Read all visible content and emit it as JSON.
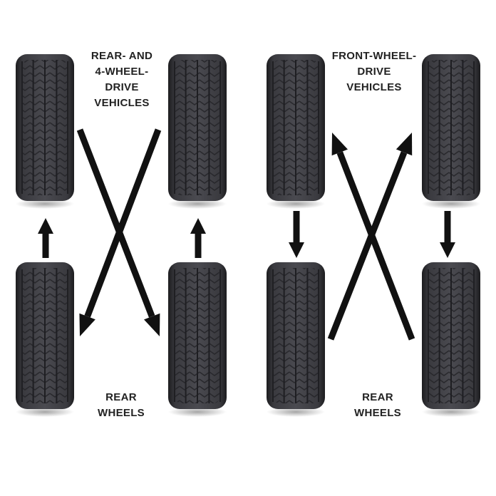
{
  "diagrams": [
    {
      "title_lines": [
        "REAR- AND",
        "4-WHEEL-",
        "DRIVE",
        "VEHICLES"
      ],
      "rear_label_lines": [
        "REAR",
        "WHEELS"
      ]
    },
    {
      "title_lines": [
        "FRONT-WHEEL-",
        "DRIVE",
        "VEHICLES"
      ],
      "rear_label_lines": [
        "REAR",
        "WHEELS"
      ]
    }
  ],
  "colors": {
    "tire": "#3a3a3e",
    "tread": "#2a2a2e",
    "arrow": "#111111",
    "text": "#222222"
  }
}
